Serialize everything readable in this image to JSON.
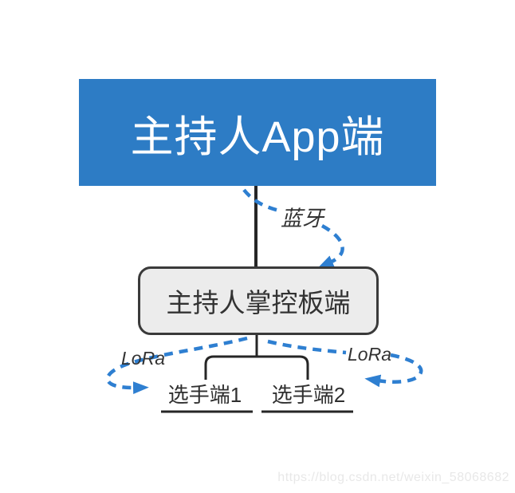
{
  "diagram": {
    "host_app_box": {
      "label": "主持人App端"
    },
    "controller_box": {
      "label": "主持人掌控板端"
    },
    "player_nodes": [
      {
        "label": "选手端1"
      },
      {
        "label": "选手端2"
      }
    ],
    "connections": {
      "bluetooth": {
        "label": "蓝牙"
      },
      "lora_left": {
        "label": "LoRa"
      },
      "lora_right": {
        "label": "LoRa"
      }
    },
    "colors": {
      "host_box_blue": "#2d7cc5",
      "arrow_blue": "#2e7fd1",
      "line_dark": "#262626",
      "controller_box_bg": "#ececec",
      "controller_box_border": "#3a3a3a"
    }
  },
  "watermark": {
    "text": "https://blog.csdn.net/weixin_58068682"
  }
}
